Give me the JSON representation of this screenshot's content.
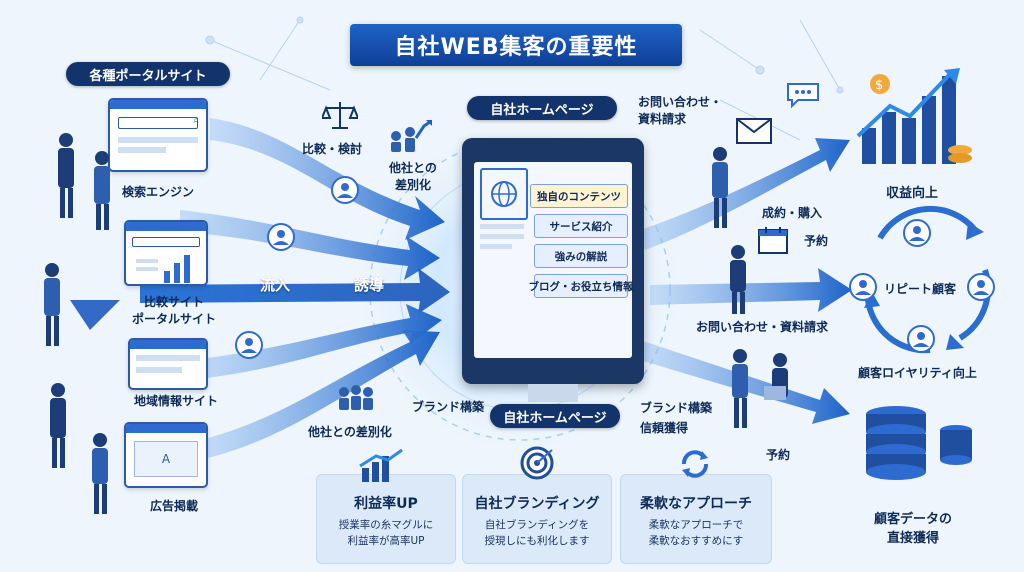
{
  "title": "自社WEB集客の重要性",
  "left": {
    "header": "各種ポータルサイト",
    "sources": [
      {
        "label": "検索エンジン"
      },
      {
        "label_line1": "比較サイト",
        "label_line2": "ポータルサイト"
      },
      {
        "label": "地域情報サイト"
      },
      {
        "label": "広告掲載"
      }
    ]
  },
  "middle": {
    "compare": "比較・検討",
    "diff_top_line1": "他社との",
    "diff_top_line2": "差別化",
    "flow_in": "流入",
    "guide": "誘導",
    "diff_bottom": "他社との差別化",
    "brand_left": "ブランド構築"
  },
  "center": {
    "header": "自社ホームページ",
    "footer": "自社ホームページ",
    "screen_items": [
      "独自のコンテンツ",
      "サービス紹介",
      "強みの解説",
      "ブログ・お役立ち情報"
    ]
  },
  "right_mid": {
    "inquiry_top_line1": "お問い合わせ・",
    "inquiry_top_line2": "資料請求",
    "contract": "成約・購入",
    "reserve_top": "予約",
    "inquiry_mid": "お問い合わせ・資料請求",
    "brand_right_line1": "ブランド構築",
    "brand_right_line2": "信頼獲得",
    "reserve_bottom": "予約"
  },
  "outcomes": {
    "profit": "収益向上",
    "repeat": "リピート顧客",
    "loyalty": "顧客ロイヤリティ向上",
    "data_line1": "顧客データの",
    "data_line2": "直接獲得"
  },
  "panels": [
    {
      "title": "利益率UP",
      "line1": "授業率の⽷マグルに",
      "line2": "利益率が高率UP"
    },
    {
      "title": "自社ブランディング",
      "line1": "自社ブランディングを",
      "line2": "授現しにも利化します"
    },
    {
      "title": "柔軟なアプローチ",
      "line1": "柔軟なアプローチで",
      "line2": "柔軟なおすすめにす"
    }
  ],
  "colors": {
    "primary": "#1f63c7",
    "navy": "#12336b",
    "accent": "#f2a93b",
    "background": "#eef5fc"
  }
}
